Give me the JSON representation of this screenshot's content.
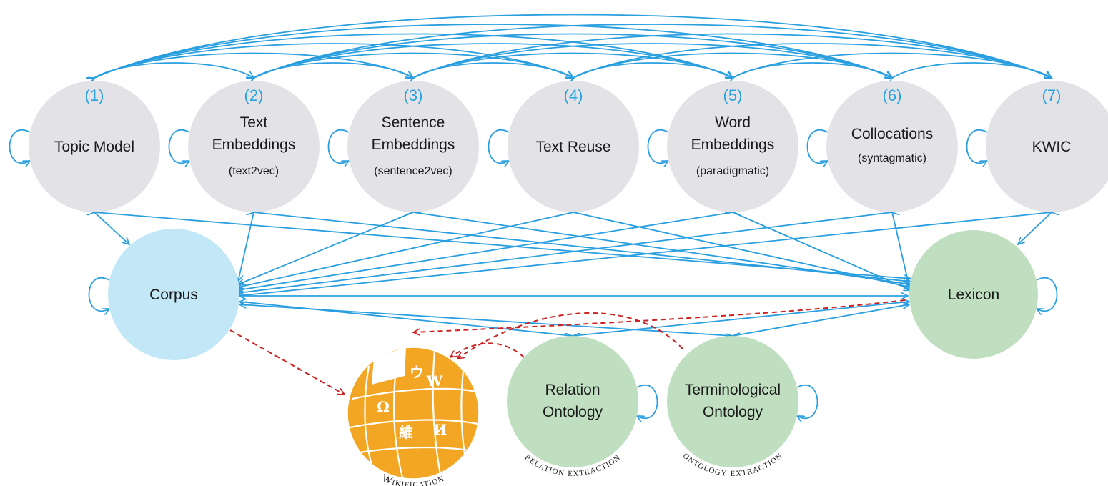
{
  "colors": {
    "method_fill": "#e3e3e7",
    "corpus_fill": "#c2e7f6",
    "resource_fill": "#bfdfc0",
    "edge_blue": "#2a9fe0",
    "edge_red": "#cc2222",
    "wiki_orange": "#f2a623"
  },
  "methods": [
    {
      "id": "m1",
      "index": "(1)",
      "lines": [
        "Topic Model"
      ],
      "sublabel": ""
    },
    {
      "id": "m2",
      "index": "(2)",
      "lines": [
        "Text",
        "Embeddings"
      ],
      "sublabel": "(text2vec)"
    },
    {
      "id": "m3",
      "index": "(3)",
      "lines": [
        "Sentence",
        "Embeddings"
      ],
      "sublabel": "(sentence2vec)"
    },
    {
      "id": "m4",
      "index": "(4)",
      "lines": [
        "Text Reuse"
      ],
      "sublabel": ""
    },
    {
      "id": "m5",
      "index": "(5)",
      "lines": [
        "Word",
        "Embeddings"
      ],
      "sublabel": "(paradigmatic)"
    },
    {
      "id": "m6",
      "index": "(6)",
      "lines": [
        "Collocations"
      ],
      "sublabel": "(syntagmatic)"
    },
    {
      "id": "m7",
      "index": "(7)",
      "lines": [
        "KWIC"
      ],
      "sublabel": ""
    }
  ],
  "resources": {
    "corpus": {
      "label": "Corpus"
    },
    "lexicon": {
      "label": "Lexicon"
    },
    "relation_ontology": {
      "lines": [
        "Relation",
        "Ontology"
      ]
    },
    "terminological_ontology": {
      "lines": [
        "Terminological",
        "Ontology"
      ]
    }
  },
  "wiki": {
    "glyphs": [
      "Ω",
      "W",
      "И",
      "維",
      "ウ"
    ]
  },
  "captions": {
    "wikification": "Wikification",
    "relation_extraction": "relation extraction",
    "ontology_extraction": "ontology extraction"
  },
  "relations": {
    "method_pairs": "all",
    "methods_to_corpus": true,
    "methods_to_lexicon": true,
    "corpus_lexicon": true,
    "ontology_links": [
      "corpus",
      "lexicon"
    ],
    "dashed": [
      [
        "corpus",
        "wiki"
      ],
      [
        "lexicon",
        "wiki"
      ],
      [
        "relation_ontology",
        "wiki"
      ],
      [
        "terminological_ontology",
        "wiki"
      ]
    ]
  }
}
